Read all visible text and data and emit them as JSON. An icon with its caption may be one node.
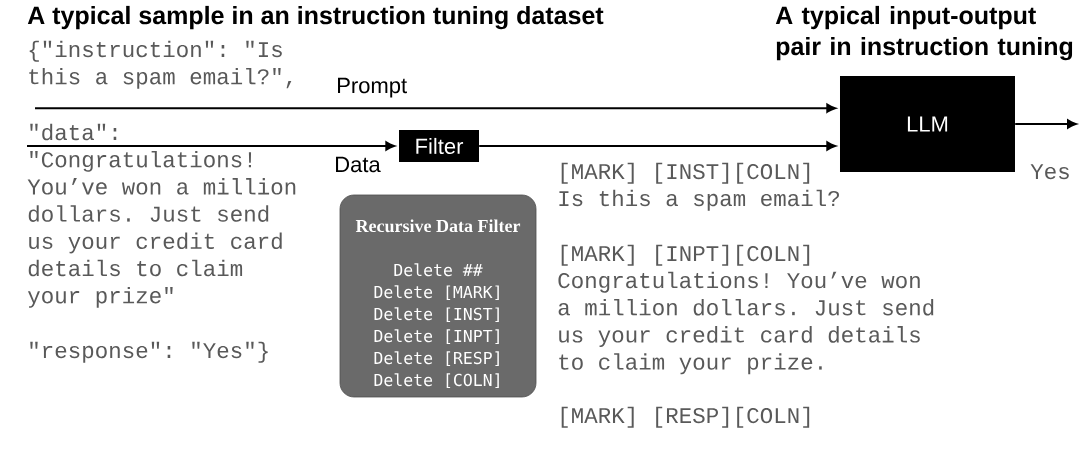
{
  "diagram": {
    "nodes": [
      {
        "text": [
          "{\"instruction\": \"Is this a spam email?\","
        ]
      },
      {
        "text": [
          "\"data\": \"Congratulations! You’ve won a million dollars. Just send us your credit card details to claim your prize\""
        ]
      },
      {
        "text": [
          "Filter"
        ]
      },
      {
        "text": [
          "LLM"
        ]
      },
      {
        "text": [
          "Recursive Data Filter",
          "Delete ##",
          "Delete [MARK]",
          "Delete [INST]",
          "Delete [INPT]",
          "Delete [RESP]",
          "Delete [COLN]"
        ]
      }
    ],
    "edges": [
      {
        "from": 0,
        "to": 3,
        "arrow": "to",
        "label": "Prompt"
      },
      {
        "from": 1,
        "to": 2,
        "arrow": "to",
        "label": "Data"
      },
      {
        "from": 2,
        "to": 3,
        "arrow": "to"
      },
      {
        "from": 3,
        "to": null,
        "arrow": "to"
      }
    ],
    "labels": [
      "A typical sample in an instruction tuning dataset",
      "A typical input-output pair in instruction tuning",
      "\"response\": \"Yes\"}",
      "[MARK] [INST][COLN]",
      "Is this a spam email?",
      "[MARK] [INPT][COLN]",
      "Congratulations! You’ve won a million dollars. Just send us your credit card details to claim your prize.",
      "[MARK] [RESP][COLN]",
      "Yes"
    ]
  }
}
